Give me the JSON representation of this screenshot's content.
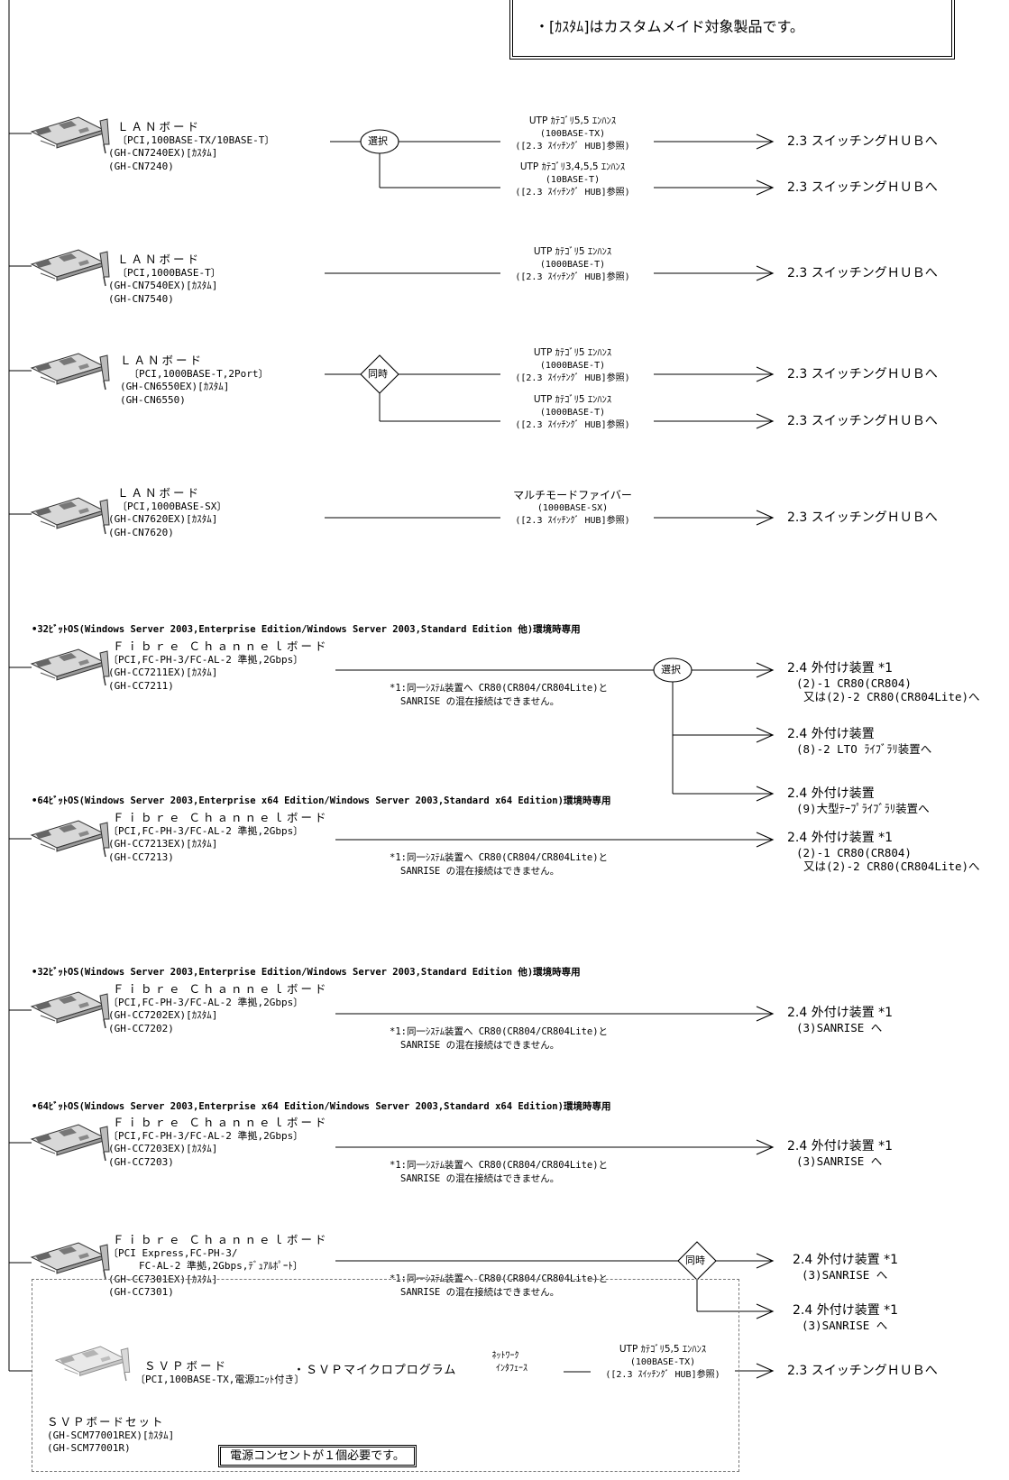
{
  "header_note": "・[ｶｽﾀﾑ]はカスタムメイド対象製品です。",
  "switch_dest": "2.3 スイッチングＨＵＢへ",
  "lan": {
    "title": "ＬＡＮボード",
    "b1": {
      "spec": "〔PCI,100BASE-TX/10BASE-T〕",
      "m1": "(GH-CN7240EX)[ｶｽﾀﾑ]",
      "m2": "(GH-CN7240)"
    },
    "b2": {
      "spec": "〔PCI,1000BASE-T〕",
      "m1": "(GH-CN7540EX)[ｶｽﾀﾑ]",
      "m2": "(GH-CN7540)"
    },
    "b3": {
      "spec": "〔PCI,1000BASE-T,2Port〕",
      "m1": "(GH-CN6550EX)[ｶｽﾀﾑ]",
      "m2": "(GH-CN6550)"
    },
    "b4": {
      "spec": "〔PCI,1000BASE-SX〕",
      "m1": "(GH-CN7620EX)[ｶｽﾀﾑ]",
      "m2": "(GH-CN7620)"
    }
  },
  "cables": {
    "c1": {
      "t": "UTP ｶﾃｺﾞﾘ5,5 ｴﾝﾊﾝｽ",
      "m": "(100BASE-TX)",
      "r": "([2.3 ｽｲｯﾁﾝｸﾞ HUB]参照)"
    },
    "c2": {
      "t": "UTP ｶﾃｺﾞﾘ3,4,5,5 ｴﾝﾊﾝｽ",
      "m": "(10BASE-T)",
      "r": "([2.3 ｽｲｯﾁﾝｸﾞ HUB]参照)"
    },
    "c3": {
      "t": "UTP ｶﾃｺﾞﾘ5 ｴﾝﾊﾝｽ",
      "m": "(1000BASE-T)",
      "r": "([2.3 ｽｲｯﾁﾝｸﾞ HUB]参照)"
    },
    "c4": {
      "t": "UTP ｶﾃｺﾞﾘ5 ｴﾝﾊﾝｽ",
      "m": "(1000BASE-T)",
      "r": "([2.3 ｽｲｯﾁﾝｸﾞ HUB]参照)"
    },
    "c5": {
      "t": "UTP ｶﾃｺﾞﾘ5 ｴﾝﾊﾝｽ",
      "m": "(1000BASE-T)",
      "r": "([2.3 ｽｲｯﾁﾝｸﾞ HUB]参照)"
    },
    "c6": {
      "t": "マルチモードファイバー",
      "m": "(1000BASE-SX)",
      "r": "([2.3 ｽｲｯﾁﾝｸﾞ HUB]参照)"
    },
    "c7": {
      "t": "UTP ｶﾃｺﾞﾘ5,5 ｴﾝﾊﾝｽ",
      "m": "(100BASE-TX)",
      "r": "([2.3 ｽｲｯﾁﾝｸﾞ HUB]参照)"
    }
  },
  "decisions": {
    "select": "選択",
    "simul": "同時"
  },
  "fc": {
    "title": "Ｆｉｂｒｅ Ｃｈａｎｎｅｌボード",
    "spec": "〔PCI,FC-PH-3/FC-AL-2 準拠,2Gbps〕",
    "hdr32": "•32ﾋﾞｯﾄOS(Windows Server 2003,Enterprise Edition/Windows Server 2003,Standard Edition 他)環境時専用",
    "hdr64": "•64ﾋﾞｯﾄOS(Windows Server 2003,Enterprise x64 Edition/Windows Server 2003,Standard x64 Edition)環境時専用",
    "note1": "*1:同一ｼｽﾃﾑ装置へ CR80(CR804/CR804Lite)と",
    "note2": "SANRISE の混在接続はできません。",
    "b1": {
      "m1": "(GH-CC7211EX)[ｶｽﾀﾑ]",
      "m2": "(GH-CC7211)"
    },
    "b2": {
      "m1": "(GH-CC7213EX)[ｶｽﾀﾑ]",
      "m2": "(GH-CC7213)"
    },
    "b3": {
      "m1": "(GH-CC7202EX)[ｶｽﾀﾑ]",
      "m2": "(GH-CC7202)"
    },
    "b4": {
      "m1": "(GH-CC7203EX)[ｶｽﾀﾑ]",
      "m2": "(GH-CC7203)"
    },
    "b5": {
      "spec1": "〔PCI Express,FC-PH-3/",
      "spec2": "FC-AL-2 準拠,2Gbps,ﾃﾞｭｱﾙﾎﾟｰﾄ〕",
      "m1": "(GH-CC7301EX)[ｶｽﾀﾑ]",
      "m2": "(GH-CC7301)"
    }
  },
  "dests": {
    "ext1": "2.4 外付け装置 *1",
    "cr80_a": "(2)-1 CR80(CR804)",
    "cr80_b": "又は(2)-2 CR80(CR804Lite)へ",
    "ext2": "2.4 外付け装置",
    "lto": "(8)-2 LTO ﾗｲﾌﾞﾗﾘ装置へ",
    "ext3": "2.4 外付け装置",
    "tape": "(9)大型ﾃｰﾌﾟﾗｲﾌﾞﾗﾘ装置へ",
    "sanrise": "(3)SANRISE へ"
  },
  "svp": {
    "board": "ＳＶＰボード",
    "spec": "〔PCI,100BASE-TX,電源ﾕﾆｯﾄ付き〕",
    "micro": "・ＳＶＰマイクロプログラム",
    "nw1": "ﾈｯﾄﾜｰｸ",
    "nw2": "ｲﾝﾀﾌｪｰｽ",
    "set": "ＳＶＰボードセット",
    "m1": "(GH-SCM77001REX)[ｶｽﾀﾑ]",
    "m2": "(GH-SCM77001R)",
    "power": "電源コンセントが１個必要です。"
  },
  "colors": {
    "line": "#000000",
    "svp_border": "#777777"
  }
}
